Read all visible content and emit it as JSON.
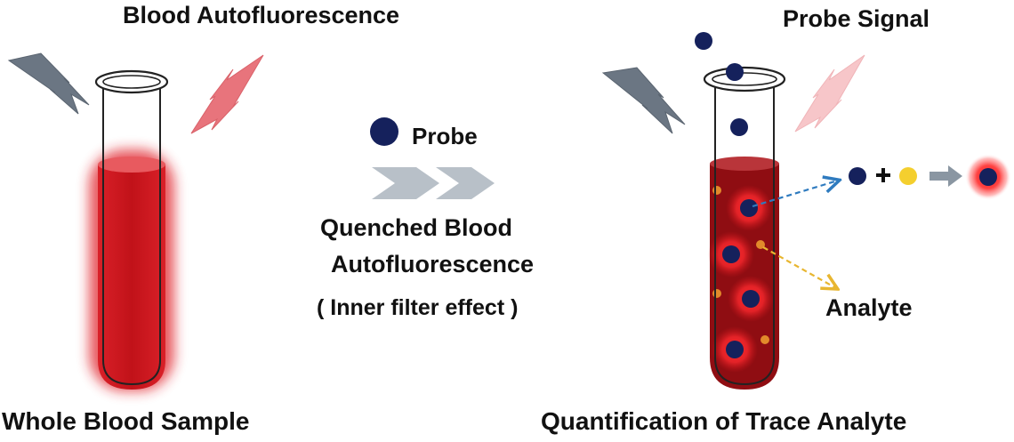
{
  "labels": {
    "blood_autofluorescence": "Blood Autofluorescence",
    "probe_signal": "Probe Signal",
    "probe": "Probe",
    "quenched_line1": "Quenched Blood",
    "quenched_line2": "Autofluorescence",
    "inner_filter_effect": "( Inner filter effect )",
    "analyte": "Analyte",
    "whole_blood_sample": "Whole Blood Sample",
    "quantification": "Quantification of Trace Analyte"
  },
  "colors": {
    "blood_red": "#c8141a",
    "dark_blood": "#8f0d12",
    "probe_navy": "#15215c",
    "analyte_orange": "#e28a2b",
    "analyte_yellow": "#f4cf2e",
    "lightning_gray": "#6b7683",
    "lightning_pink": "#e8747c",
    "chevron_gray": "#b8c0c8",
    "reaction_arrow_gray": "#8a96a2",
    "dashed_blue": "#2f7bbf",
    "dashed_yellow": "#e8b630"
  },
  "icons": {
    "excitation_light": "lightning-bolt-icon",
    "emission_light": "lightning-bolt-icon",
    "process_arrows": "double-chevron-icon",
    "reaction_plus": "plus-icon",
    "reaction_arrow": "arrow-right-icon"
  }
}
